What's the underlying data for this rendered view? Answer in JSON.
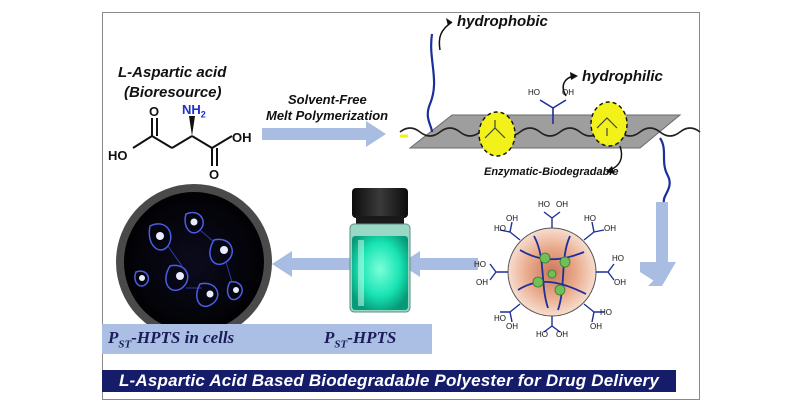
{
  "monomer": {
    "name": "L-Aspartic acid",
    "source": "(Bioresource)",
    "oh_left": "HO",
    "oh_right": "OH",
    "nh2": "NH",
    "nh2_sub": "2",
    "o_top": "O",
    "o_bottom": "O"
  },
  "reaction": {
    "line1": "Solvent-Free",
    "line2": "Melt Polymerization"
  },
  "polymer": {
    "hydrophobic": "hydrophobic",
    "hydrophilic": "hydrophilic",
    "enzymatic": "Enzymatic-Biodegradable"
  },
  "micelle": {
    "ho": "HO",
    "oh": "OH"
  },
  "captions": {
    "cells_p": "P",
    "cells_sub": "ST",
    "cells_rest": "-HPTS in cells",
    "vial_p": "P",
    "vial_sub": "ST",
    "vial_rest": "-HPTS"
  },
  "banner": "L-Aspartic Acid Based Biodegradable Polyester  for Drug Delivery",
  "colors": {
    "arrow": "#a9bde3",
    "banner": "#151d6b",
    "ester_highlight": "#f2f21a",
    "chain": "#1c2f9a",
    "micelle_core": "#e8a787",
    "vial_glow": "#22f0c0"
  }
}
